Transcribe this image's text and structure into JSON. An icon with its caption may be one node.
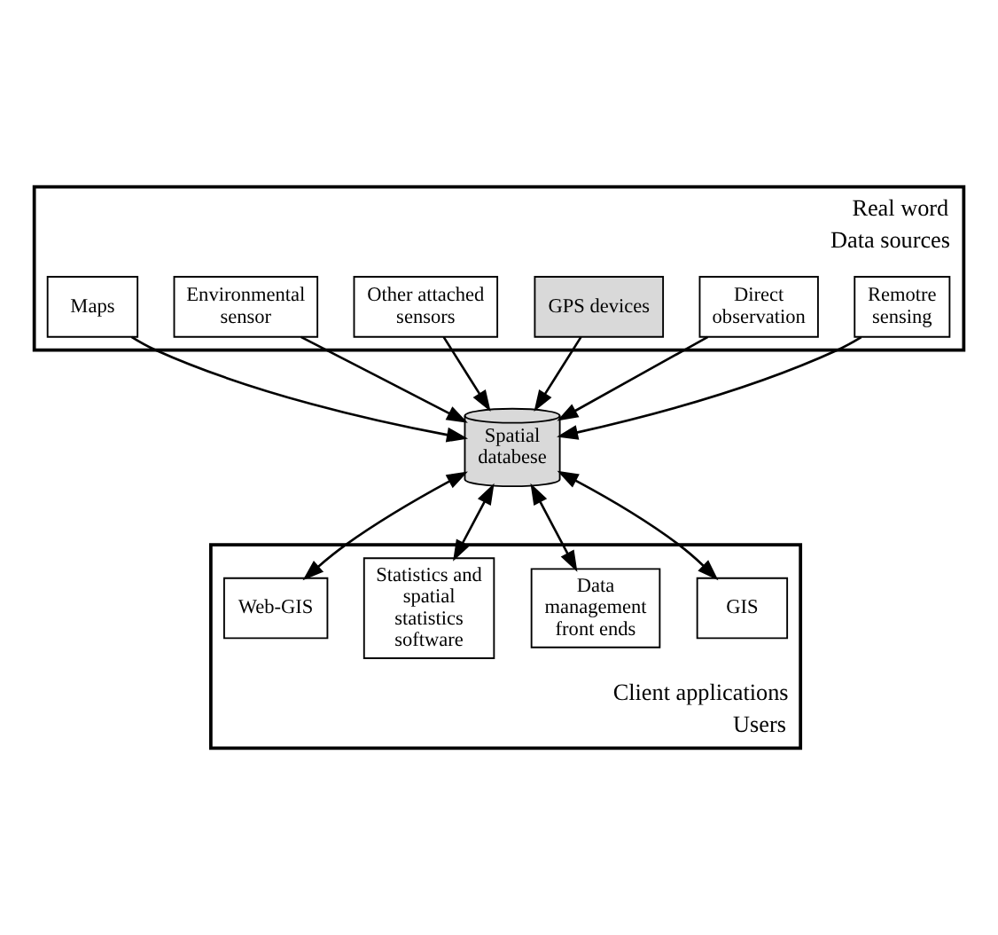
{
  "diagram": {
    "nodes": [
      {
        "text": [
          "Real word",
          "Data sources"
        ]
      },
      {
        "text": [
          "Remotre sensing"
        ],
        "in": 0
      },
      {
        "text": [
          "Direct observation"
        ],
        "in": 0
      },
      {
        "text": [
          "GPS devices"
        ],
        "in": 0
      },
      {
        "text": [
          "Other attached sensors"
        ],
        "in": 0
      },
      {
        "text": [
          "Environmental sensor"
        ],
        "in": 0
      },
      {
        "text": [
          "Maps"
        ],
        "in": 0
      },
      {
        "text": [
          "Spatial databese"
        ]
      },
      {
        "text": [
          "Client applications",
          "Users"
        ]
      },
      {
        "text": [
          "GIS"
        ],
        "in": 8
      },
      {
        "text": [
          "Data management front ends"
        ],
        "in": 8
      },
      {
        "text": [
          "Statistics and spatial statistics software"
        ],
        "in": 8
      },
      {
        "text": [
          "Web-GIS"
        ],
        "in": 8
      }
    ],
    "edges": [
      {
        "from": 1,
        "to": 7,
        "arrow": "to"
      },
      {
        "from": 2,
        "to": 7,
        "arrow": "to"
      },
      {
        "from": 3,
        "to": 7,
        "arrow": "to"
      },
      {
        "from": 4,
        "to": 7,
        "arrow": "to"
      },
      {
        "from": 5,
        "to": 7,
        "arrow": "to"
      },
      {
        "from": 6,
        "to": 7,
        "arrow": "to"
      },
      {
        "from": 7,
        "to": 9,
        "arrow": "both"
      },
      {
        "from": 7,
        "to": 10,
        "arrow": "both"
      },
      {
        "from": 7,
        "to": 11,
        "arrow": "both"
      },
      {
        "from": 7,
        "to": 12,
        "arrow": "both"
      }
    ]
  }
}
